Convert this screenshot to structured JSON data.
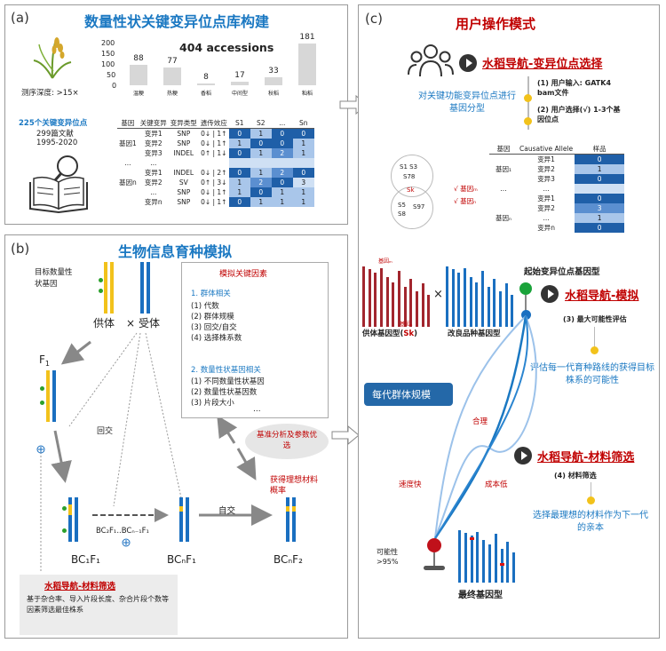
{
  "panel_a": {
    "label": "(a)",
    "title": "数量性状关键变异位点库构建",
    "depth": "测序深度: >15×",
    "accessions": "404 accessions",
    "bars": [
      {
        "value": 88,
        "label": "温粳"
      },
      {
        "value": 77,
        "label": "热粳"
      },
      {
        "value": 8,
        "label": "香稻"
      },
      {
        "value": 17,
        "label": "中间型"
      },
      {
        "value": 33,
        "label": "秋稻"
      },
      {
        "value": 181,
        "label": "籼稻"
      }
    ],
    "yticks": [
      "200",
      "150",
      "100",
      "50",
      "0"
    ],
    "sites": "225个关键变异位点",
    "papers": "299篇文献",
    "years": "1995-2020",
    "table_headers": [
      "基因",
      "关键变异",
      "变异类型",
      "遗传效应",
      "S1",
      "S2",
      "...",
      "Sn"
    ],
    "table_rows": [
      {
        "gene": "",
        "var": "变异1",
        "type": "SNP",
        "eff": "0↓ | 1↑",
        "vals": [
          "0",
          "1",
          "0",
          "0"
        ]
      },
      {
        "gene": "基因1",
        "var": "变异2",
        "type": "SNP",
        "eff": "0↓ | 1↑",
        "vals": [
          "1",
          "0",
          "0",
          "1"
        ]
      },
      {
        "gene": "",
        "var": "变异3",
        "type": "INDEL",
        "eff": "0↑ | 1↓",
        "vals": [
          "0",
          "1",
          "2",
          "1"
        ]
      },
      {
        "gene": "...",
        "var": "...",
        "type": "",
        "eff": "",
        "vals": [
          "",
          "",
          "",
          ""
        ]
      },
      {
        "gene": "",
        "var": "变异1",
        "type": "INDEL",
        "eff": "0↓ | 2↑",
        "vals": [
          "0",
          "1",
          "2",
          "0"
        ]
      },
      {
        "gene": "基因n",
        "var": "变异2",
        "type": "SV",
        "eff": "0↑ | 3↓",
        "vals": [
          "1",
          "2",
          "0",
          "3"
        ]
      },
      {
        "gene": "",
        "var": "...",
        "type": "SNP",
        "eff": "0↓ | 1↑",
        "vals": [
          "1",
          "0",
          "1",
          "1"
        ]
      },
      {
        "gene": "",
        "var": "变异n",
        "type": "SNP",
        "eff": "0↓ | 1↑",
        "vals": [
          "0",
          "1",
          "1",
          "1"
        ]
      }
    ]
  },
  "panel_b": {
    "label": "(b)",
    "title": "生物信息育种模拟",
    "target_gene": "目标数量性状基因",
    "donor": "供体",
    "cross": "×",
    "recipient": "受体",
    "f1": "F",
    "f1_sub": "1",
    "backcross": "回交",
    "bc_series": "BC₂F₁..BCₙ₋₁F₁",
    "bc1": "BC₁F₁",
    "bcn": "BCₙF₁",
    "selfing": "自交",
    "bcnf2": "BCₙF₂",
    "ideal_prob": "获得理想材料概率",
    "factors_title": "模拟关键因素",
    "group1_title": "1. 群体相关",
    "group1": [
      "(1) 代数",
      "(2) 群体规模",
      "(3) 回交/自交",
      "(4) 选择株系数"
    ],
    "group2_title": "2. 数量性状基因相关",
    "group2": [
      "(1) 不同数量性状基因",
      "(2) 数量性状基因数",
      "(3) 片段大小"
    ],
    "ellipsis": "...",
    "benchmark": "基准分析及参数优选",
    "nav_material": "水稻导航-材料筛选",
    "nav_desc": "基于杂合率、导入片段长度、杂合片段个数等因素筛选最佳株系"
  },
  "panel_c": {
    "label": "(c)",
    "title": "用户操作模式",
    "nav_site": "水稻导航-变异位点选择",
    "step1": "(1) 用户输入: GATK4 bam文件",
    "step2": "(2) 用户选择(√) 1-3个基因位点",
    "typing": "对关键功能变异位点进行基因分型",
    "sel_headers": [
      "基因",
      "Causative Allele",
      "样品"
    ],
    "sel_rows": [
      {
        "gene": "",
        "var": "变异1",
        "val": "0"
      },
      {
        "gene": "基因₁",
        "var": "变异2",
        "val": "1"
      },
      {
        "gene": "",
        "var": "变异3",
        "val": "0"
      },
      {
        "gene": "...",
        "var": "...",
        "val": ""
      },
      {
        "gene": "",
        "var": "变异1",
        "val": "0"
      },
      {
        "gene": "",
        "var": "变异2",
        "val": "3"
      },
      {
        "gene": "基因ₙ",
        "var": "...",
        "val": "1"
      },
      {
        "gene": "",
        "var": "变异n",
        "val": "0"
      }
    ],
    "venn": [
      "S1 S3",
      "S78",
      "Sk",
      "S5",
      "S97",
      "S8"
    ],
    "gene_m": "√ 基因ₘ",
    "gene_n": "√ 基因ₙ",
    "start_geno": "起始变异位点基因型",
    "nav_sim": "水稻导航-模拟",
    "step3": "(3) 最大可能性评估",
    "eval": "评估每一代育种路线的获得目标株系的可能性",
    "donor_geno_prefix": "供体基因型(",
    "donor_geno_sk": "Sk",
    "donor_geno_suffix": ")",
    "improved_geno": "改良品种基因型",
    "gene_m_tag": "基因ₘ",
    "gene_n_tag": "基因ₙ",
    "pop_size": "每代群体规模",
    "reasonable": "合理",
    "fast": "速度快",
    "low_cost": "成本低",
    "nav_mat": "水稻导航-材料筛选",
    "step4": "(4) 材料筛选",
    "choose": "选择最理想的材料作为下一代的亲本",
    "prob": "可能性 >95%",
    "final": "最终基因型",
    "cross": "×"
  },
  "colors": {
    "blue": "#1a78c2",
    "red": "#c00000",
    "dark_red": "#8b1a1a",
    "navy": "#1f5fa8",
    "yellow": "#f2c21b",
    "green": "#2ca02c"
  }
}
